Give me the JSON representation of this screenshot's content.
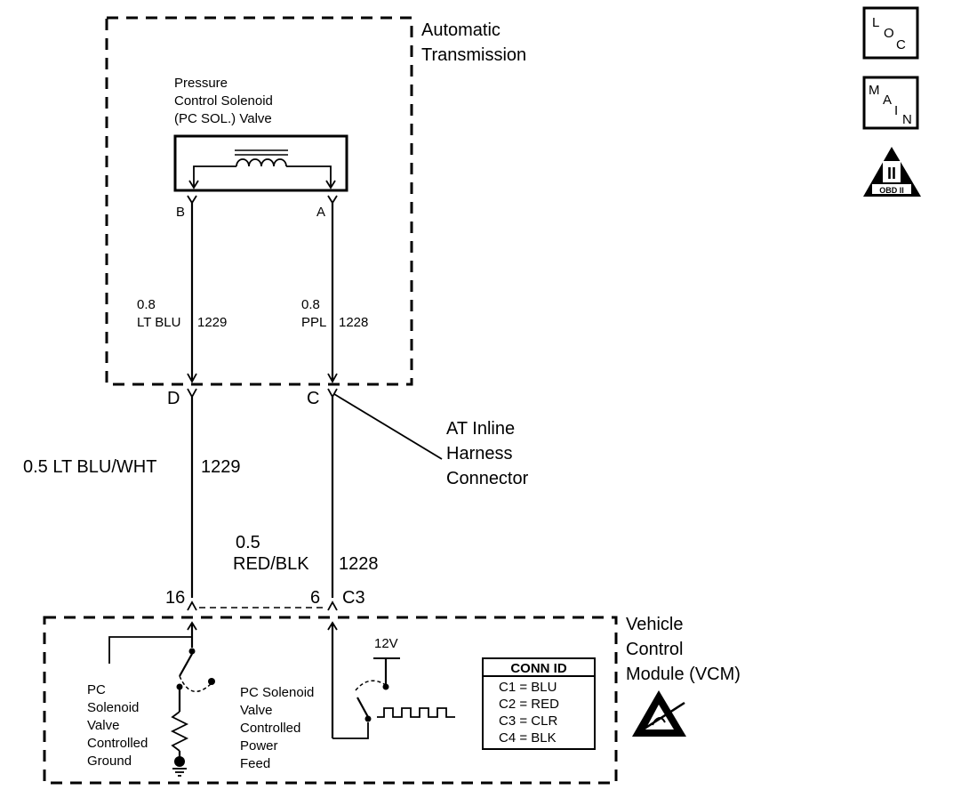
{
  "transmission": {
    "title_line1": "Automatic",
    "title_line2": "Transmission",
    "solenoid_label": [
      "Pressure",
      "Control Solenoid",
      "(PC SOL.) Valve"
    ],
    "pin_b": "B",
    "pin_a": "A",
    "wire_left": {
      "gauge": "0.8",
      "color": "LT BLU",
      "circuit": "1229"
    },
    "wire_right": {
      "gauge": "0.8",
      "color": "PPL",
      "circuit": "1228"
    }
  },
  "inline_connector": {
    "pin_d": "D",
    "pin_c": "C",
    "label": [
      "AT Inline",
      "Harness",
      "Connector"
    ]
  },
  "harness": {
    "left_wire": "0.5 LT BLU/WHT",
    "left_circuit": "1229",
    "right_wire_gauge": "0.5",
    "right_wire_color": "RED/BLK",
    "right_circuit": "1228"
  },
  "vcm": {
    "pin_left": "16",
    "pin_right": "6",
    "connector": "C3",
    "title": [
      "Vehicle",
      "Control",
      "Module (VCM)"
    ],
    "ground_label": [
      "PC",
      "Solenoid",
      "Valve",
      "Controlled",
      "Ground"
    ],
    "feed_label": [
      "PC Solenoid",
      "Valve",
      "Controlled",
      "Power",
      "Feed"
    ],
    "supply": "12V",
    "conn_id": {
      "header": "CONN ID",
      "rows": [
        "C1 = BLU",
        "C2 = RED",
        "C3 = CLR",
        "C4 = BLK"
      ]
    }
  },
  "icons": {
    "loc": [
      "L",
      "O",
      "C"
    ],
    "main": [
      "M",
      "A",
      "I",
      "N"
    ],
    "obd_numeral": "II",
    "obd_text": "OBD II"
  }
}
